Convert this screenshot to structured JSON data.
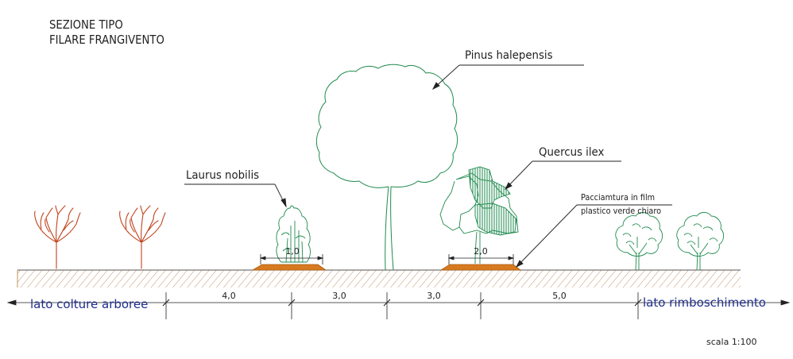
{
  "title": {
    "line1": "SEZIONE TIPO",
    "line2": "FILARE FRANGIVENTO"
  },
  "labels": {
    "pinus": "Pinus halepensis",
    "laurus": "Laurus nobilis",
    "quercus": "Quercus ilex",
    "mulch_line1": "Pacciamtura in film",
    "mulch_line2": "plastico verde chiaro"
  },
  "small_dims": {
    "laurus_width": "1,0",
    "quercus_width": "2,0"
  },
  "sides": {
    "left": "lato colture arboree",
    "right": "lato rimboschimento"
  },
  "spacings": [
    "4,0",
    "3,0",
    "3,0",
    "5,0"
  ],
  "scale": "scala 1:100",
  "colors": {
    "tree_green": "#1e8a4e",
    "orchard_tree": "#c0441e",
    "ground_hatch": "#b5793d",
    "mulch": "#d77a1f",
    "side_text": "#1f2d8a",
    "line": "#222222"
  }
}
